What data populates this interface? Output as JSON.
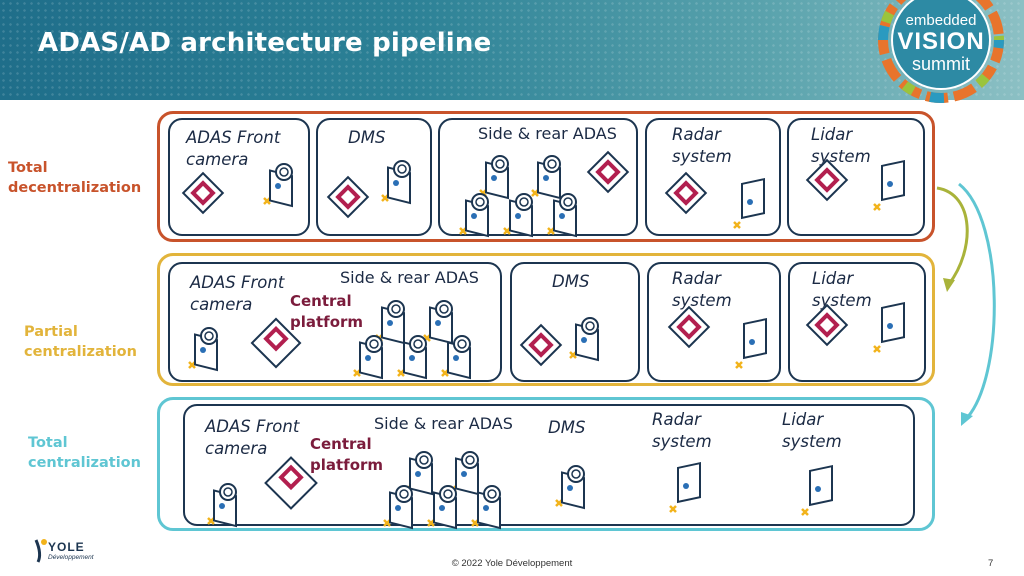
{
  "header": {
    "title": "ADAS/AD architecture pipeline"
  },
  "logo": {
    "line1": "embedded",
    "line2": "VISION",
    "line3": "summit"
  },
  "rows": [
    {
      "label_line1": "Total",
      "label_line2": "decentralization",
      "color": "#c8532b",
      "boxes": [
        "ADAS Front camera",
        "DMS",
        "Side & rear ADAS",
        "Radar system",
        "Lidar system"
      ]
    },
    {
      "label_line1": "Partial",
      "label_line2": "centralization",
      "color": "#e2b43b",
      "boxes": [
        "ADAS Front camera",
        "Side & rear ADAS",
        "Central platform",
        "DMS",
        "Radar system",
        "Lidar system"
      ]
    },
    {
      "label_line1": "Total",
      "label_line2": "centralization",
      "color": "#5fc6d3",
      "boxes": [
        "ADAS Front camera",
        "Central platform",
        "Side & rear ADAS",
        "DMS",
        "Radar system",
        "Lidar system"
      ]
    }
  ],
  "labels": {
    "adas_front_1": "ADAS Front",
    "adas_front_2": "camera",
    "dms": "DMS",
    "side_rear": "Side & rear ADAS",
    "radar_1": "Radar",
    "radar_2": "system",
    "lidar_1": "Lidar",
    "lidar_2": "system",
    "central_1": "Central",
    "central_2": "platform"
  },
  "footer": {
    "copyright": "© 2022 Yole Développement",
    "page": "7",
    "company": "YOLE",
    "company_sub": "Développement"
  },
  "colors": {
    "header": "#2c8196",
    "chip": "#b21f4f",
    "wire": "#f2b31b",
    "outline": "#1c3550"
  }
}
